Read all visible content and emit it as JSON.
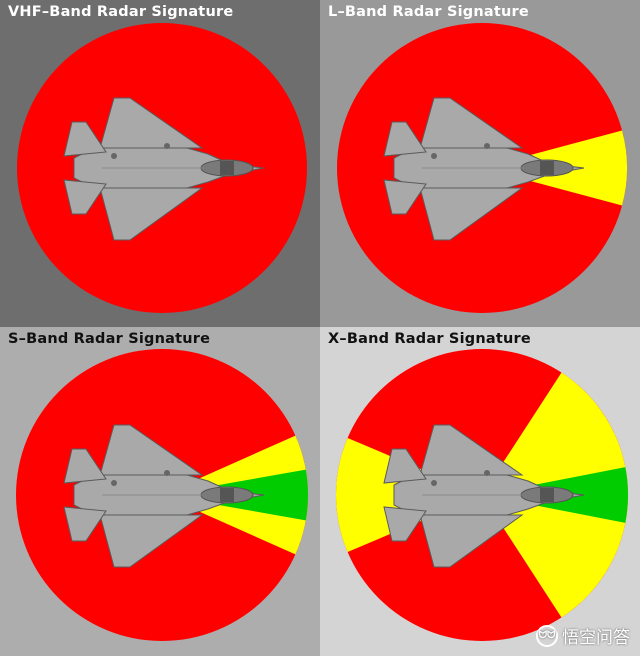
{
  "panels": [
    {
      "title": "VHF–Band Radar Signature",
      "bg": "#6e6e6e",
      "title_color": "light",
      "sectors": [
        {
          "from": 0,
          "to": 360,
          "color": "#ff0000"
        }
      ]
    },
    {
      "title": "L–Band Radar Signature",
      "bg": "#999999",
      "title_color": "light",
      "sectors": [
        {
          "from": 0,
          "to": 360,
          "color": "#ff0000"
        },
        {
          "from": -15,
          "to": 15,
          "color": "#ffff00"
        }
      ]
    },
    {
      "title": "S–Band Radar Signature",
      "bg": "#adadad",
      "title_color": "dark",
      "sectors": [
        {
          "from": 0,
          "to": 360,
          "color": "#ff0000"
        },
        {
          "from": -24,
          "to": 24,
          "color": "#ffff00"
        },
        {
          "from": -10,
          "to": 10,
          "color": "#00cc00"
        }
      ]
    },
    {
      "title": "X–Band Radar Signature",
      "bg": "#d4d4d4",
      "title_color": "dark",
      "sectors": [
        {
          "from": 0,
          "to": 360,
          "color": "#ff0000"
        },
        {
          "from": -57,
          "to": 57,
          "color": "#ffff00"
        },
        {
          "from": 157,
          "to": 203,
          "color": "#ffff00"
        },
        {
          "from": -11,
          "to": 11,
          "color": "#00cc00"
        }
      ]
    }
  ],
  "colors": {
    "low": "#00cc00",
    "medium": "#ffff00",
    "high": "#ff0000",
    "aircraft": "#a9a9a9"
  },
  "icons": {
    "aircraft": "stealth-fighter-topview-icon",
    "watermark": "wukong-logo-icon"
  },
  "watermark": {
    "logo_text": "ᗢᗢ",
    "text": "悟空问答"
  }
}
